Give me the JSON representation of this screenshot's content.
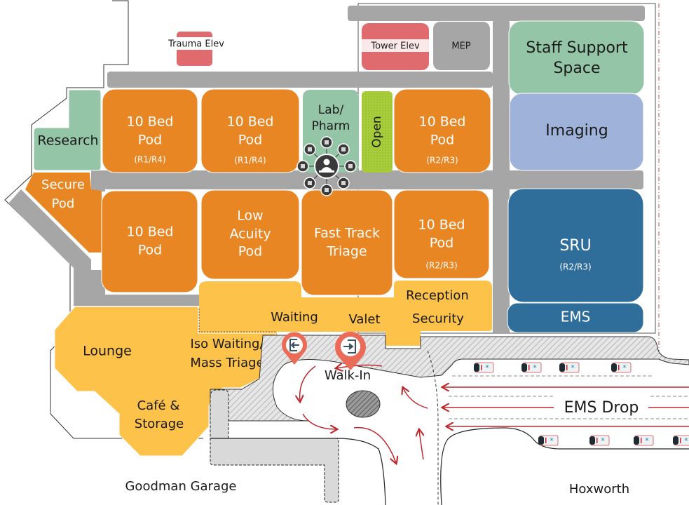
{
  "colors": {
    "pod": "#e98624",
    "support_green": "#94c5a6",
    "imaging": "#9fb3da",
    "sru": "#2f6e9a",
    "waiting": "#fcc24a",
    "corridor": "#a6a6a6",
    "elevator": "#e06b6f",
    "mep": "#a6a6a6",
    "open": "#a8cd3a",
    "marker": "#ea6b57",
    "flow_arrow": "#c0272d"
  },
  "elevators": {
    "trauma": "Trauma Elev",
    "tower": "Tower Elev",
    "mep": "MEP"
  },
  "rooms": {
    "research": "Research",
    "secure_pod": [
      "Secure",
      "Pod"
    ],
    "pod_a": [
      "10 Bed",
      "Pod",
      "(R1/R4)"
    ],
    "pod_b": [
      "10 Bed",
      "Pod",
      "(R1/R4)"
    ],
    "lab_pharm": [
      "Lab/",
      "Pharm"
    ],
    "open": "Open",
    "pod_c": [
      "10 Bed",
      "Pod",
      "(R2/R3)"
    ],
    "staff_support": [
      "Staff Support",
      "Space"
    ],
    "imaging": "Imaging",
    "pod_d": [
      "10 Bed",
      "Pod"
    ],
    "low_acuity": [
      "Low",
      "Acuity",
      "Pod"
    ],
    "fast_track": [
      "Fast Track",
      "Triage"
    ],
    "pod_e": [
      "10 Bed",
      "Pod",
      "(R2/R3)"
    ],
    "sru": [
      "SRU",
      "(R2/R3)"
    ],
    "ems": "EMS",
    "reception": [
      "Reception",
      "Security"
    ],
    "waiting": "Waiting",
    "valet": "Valet",
    "lounge": "Lounge",
    "iso_waiting": [
      "Iso Waiting/",
      "Mass Triage"
    ],
    "cafe": [
      "Café &",
      "Storage"
    ]
  },
  "site": {
    "walk_in": "Walk-In",
    "ems_drop": "EMS Drop",
    "garage": "Goodman Garage",
    "street": "Hoxworth"
  },
  "icons": {
    "hub": "care-team-hub-icon",
    "spokes": [
      "medical-cross-icon",
      "phone-icon",
      "walking-cane-icon",
      "computer-icon",
      "patient-bed-icon",
      "microscope-icon",
      "book-icon",
      "teaching-icon"
    ],
    "exit_marker": "exit-door-icon",
    "entry_marker": "enter-door-icon",
    "ambulance": "ambulance-icon"
  },
  "ambulances": {
    "top_row_count": 4,
    "bottom_row_count": 4
  }
}
